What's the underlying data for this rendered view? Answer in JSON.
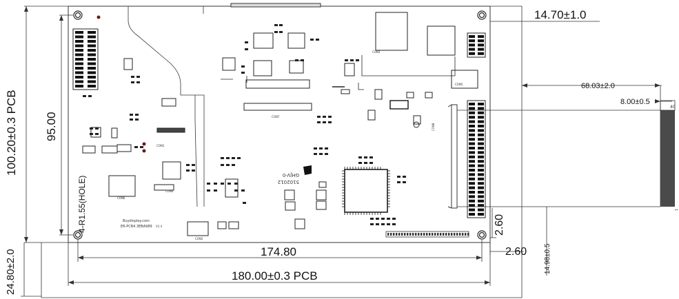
{
  "dimensions": {
    "pcb_height": "100.20±0.3 PCB",
    "hole_span_vertical": "95.00",
    "hole_note": "4-R1.55(HOLE)",
    "offset_bottom": "24.80±2.0",
    "hole_span_horizontal": "174.80",
    "pcb_width": "180.00±0.3 PCB",
    "top_right": "14.70±1.0",
    "connector_depth": "68.03±2.0",
    "connector_thickness": "8.00±0.5",
    "hole_edge_right": "2.60",
    "hole_edge_bottom": "2.60",
    "connector_offset": "14.98±0.5",
    "connector_pin_40": "40",
    "connector_pin_1": "1"
  },
  "silkscreen": {
    "left_text": "ER-PCB4.3EBA989",
    "left_brand": "Buydisplay.com",
    "left_ver": "V1.4",
    "ic_label": "5102012",
    "ic_label2": "GHJV-0",
    "conn1": "CON1",
    "conn2": "CON2",
    "conn3": "CON3",
    "conn4": "CON4",
    "conn5": "CON5",
    "conn6": "CON6",
    "conn7": "CON7",
    "conn8": "CON8"
  },
  "colors": {
    "line": "#333333",
    "pcb": "#ffffff",
    "connector_fill": "#4a4a4a",
    "header": "#111111"
  }
}
